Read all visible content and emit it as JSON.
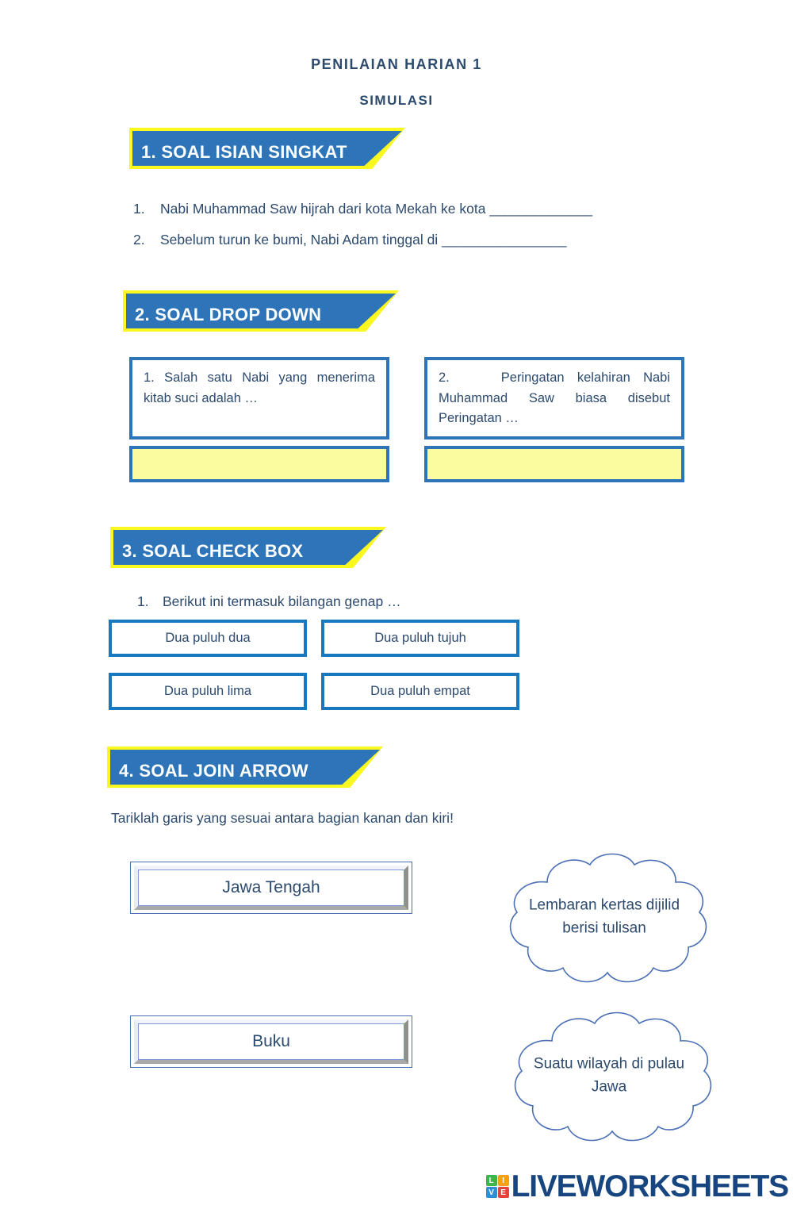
{
  "header": {
    "title": "PENILAIAN HARIAN 1",
    "subtitle": "SIMULASI"
  },
  "sections": [
    {
      "banner": "1. SOAL ISIAN SINGKAT",
      "questions": [
        {
          "num": "1.",
          "text": "Nabi Muhammad Saw hijrah dari kota Mekah ke kota ",
          "blank": "______________"
        },
        {
          "num": "2.",
          "text": "Sebelum turun ke bumi, Nabi Adam tinggal di ",
          "blank": "_________________"
        }
      ]
    },
    {
      "banner": "2. SOAL DROP DOWN",
      "items": [
        {
          "question": "1. Salah satu Nabi yang menerima kitab suci adalah …",
          "selected": ""
        },
        {
          "question": "2.    Peringatan kelahiran Nabi Muhammad Saw biasa disebut Peringatan …",
          "selected": ""
        }
      ]
    },
    {
      "banner": "3. SOAL CHECK BOX",
      "prompt_num": "1.",
      "prompt": "Berikut ini termasuk bilangan genap …",
      "options": [
        "Dua puluh dua",
        "Dua puluh tujuh",
        "Dua puluh lima",
        "Dua puluh empat"
      ]
    },
    {
      "banner": "4. SOAL JOIN ARROW",
      "instruction": "Tariklah garis yang sesuai antara bagian kanan dan kiri!",
      "left_items": [
        "Jawa Tengah",
        "Buku"
      ],
      "right_items": [
        "Lembaran kertas dijilid berisi tulisan",
        "Suatu wilayah di pulau Jawa"
      ]
    }
  ],
  "footer": {
    "logo_tiles": [
      {
        "letter": "L",
        "color": "#3cb54a"
      },
      {
        "letter": "I",
        "color": "#f6a01a"
      },
      {
        "letter": "V",
        "color": "#2d8fd5"
      },
      {
        "letter": "E",
        "color": "#e8403a"
      }
    ],
    "logo_word": "LIVEWORKSHEETS"
  },
  "colors": {
    "banner_blue": "#2d74b8",
    "banner_yellow": "#fbf81f",
    "text_blue": "#2c4a6e",
    "field_yellow": "#fbfba0",
    "checkbox_blue": "#1878be"
  }
}
